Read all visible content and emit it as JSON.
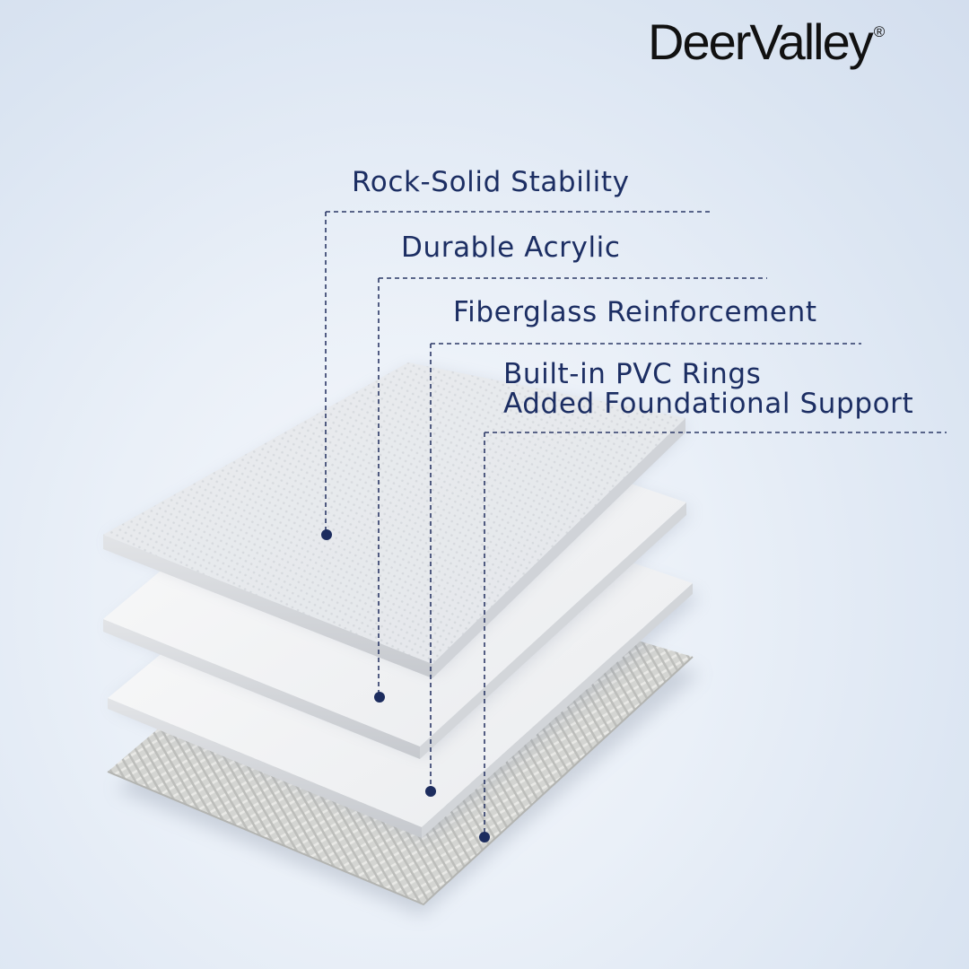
{
  "brand": {
    "name": "DeerValley",
    "registered_mark": "®"
  },
  "features": [
    {
      "label": "Rock-Solid Stability"
    },
    {
      "label": "Durable Acrylic"
    },
    {
      "label": "Fiberglass Reinforcement"
    },
    {
      "label_line1": "Built-in PVC Rings",
      "label_line2": "Added Foundational Support"
    }
  ],
  "colors": {
    "text": "#1c2e63",
    "callout_line": "#2b3866",
    "callout_dot": "#1c2c5e"
  }
}
